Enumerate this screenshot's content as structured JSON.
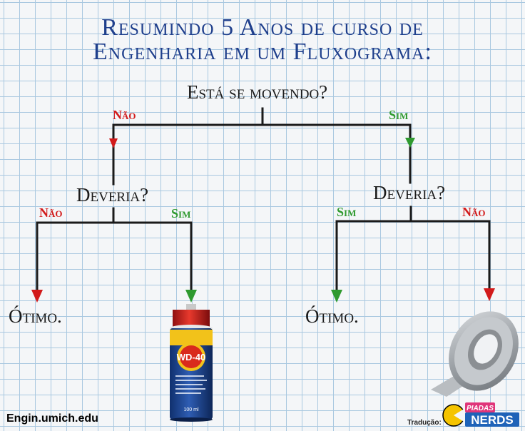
{
  "title": {
    "line1": "Resumindo 5 Anos de curso de",
    "line2": "Engenharia em um Fluxograma:"
  },
  "nodes": {
    "root": "Está se movendo?",
    "left_question": "Deveria?",
    "right_question": "Deveria?",
    "left_left_result": "Ótimo.",
    "right_left_result": "Ótimo."
  },
  "branches": {
    "root_no": "Não",
    "root_yes": "Sim",
    "left_no": "Não",
    "left_yes": "Sim",
    "right_yes": "Sim",
    "right_no": "Não"
  },
  "products": {
    "wd40_brand": "WD-40",
    "wd40_volume": "100 ml"
  },
  "footer": {
    "source": "Engin.umich.edu",
    "translation_label": "Tradução:",
    "logo_top": "PIADAS",
    "logo_bottom": "NERDS"
  },
  "colors": {
    "title": "#1f3f8c",
    "no": "#d21a1a",
    "yes": "#2f9a2f",
    "grid": "#a9c8e0"
  }
}
